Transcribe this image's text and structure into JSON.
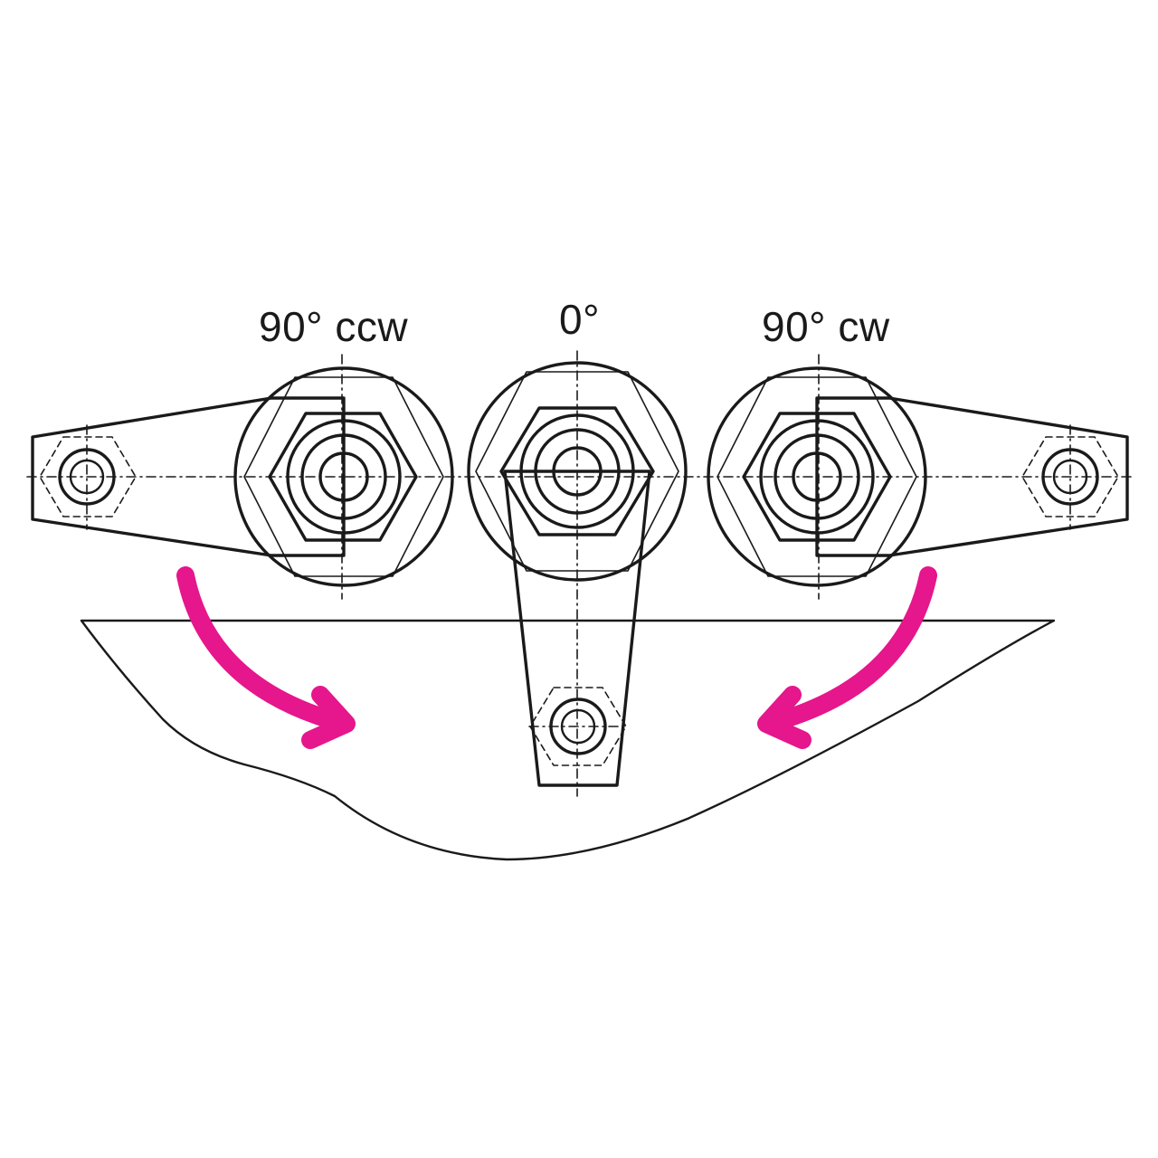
{
  "positions": {
    "ccw": {
      "label": "90° ccw"
    },
    "zero": {
      "label": "0°"
    },
    "cw": {
      "label": "90° cw"
    }
  },
  "colors": {
    "lever_fill": "#e6e6e8",
    "sheet_fill": "#d2d3d6",
    "line": "#1a1a1a",
    "arrow": "#e6168c",
    "background": "#ffffff"
  }
}
